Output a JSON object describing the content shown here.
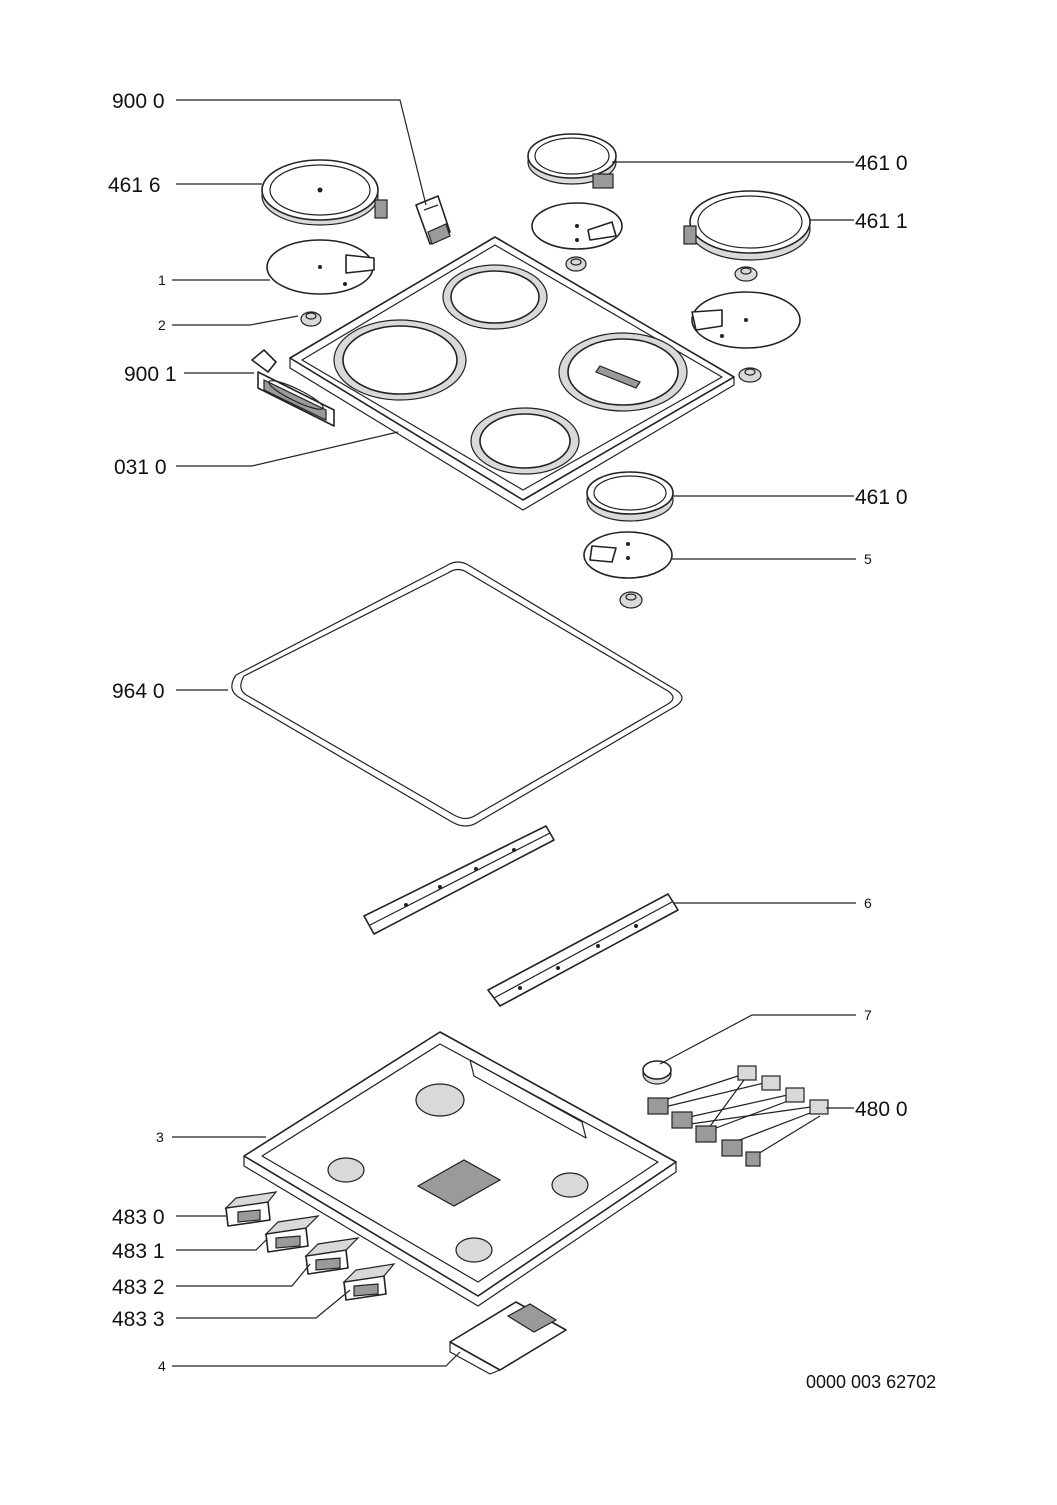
{
  "labels": {
    "l9000": "900 0",
    "l4616": "461  6",
    "l1": "1",
    "l2": "2",
    "l9001": "900 1",
    "l0310": "031 0",
    "l4610a": "461 0",
    "l4611": "461 1",
    "l4610b": "461 0",
    "l5": "5",
    "l9640": "964 0",
    "l6": "6",
    "l7": "7",
    "l4800": "480 0",
    "l3": "3",
    "l4830": "483 0",
    "l4831": "483 1",
    "l4832": "483 2",
    "l4833": "483 3",
    "l4": "4"
  },
  "drawing_number": "0000 003 62702"
}
